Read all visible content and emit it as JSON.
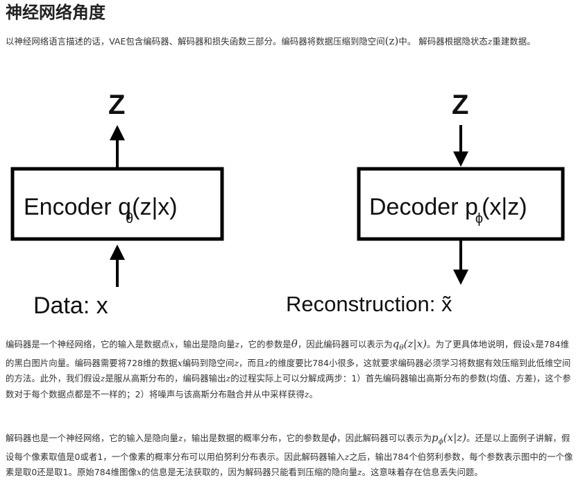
{
  "title": "神经网络角度",
  "intro": {
    "t1": "以神经网络语言描述的话，VAE包含编码器、解码器和损失函数三部分。编码器将数据压缩到隐空间",
    "z_paren": "(z)",
    "t2": "中。 解码器根据隐状态",
    "z": "z",
    "t3": "重建数据。"
  },
  "diagram": {
    "encoder": {
      "output_label": "Z",
      "box_text": "Encoder q",
      "sub": "θ",
      "args": "(z|x)",
      "input_label": "Data: x"
    },
    "decoder": {
      "input_label": "Z",
      "box_text": "Decoder p",
      "sub": "ϕ",
      "args": "(x|z)",
      "output_label": "Reconstruction: x̃"
    }
  },
  "encoder_para": {
    "t1": "编码器是一个神经网络，它的输入是数据点",
    "x": "x",
    "t2": "，输出是隐向量",
    "z": "z",
    "t3": "，它的参数是",
    "theta": "θ",
    "t4": "，因此编码器可以表示为",
    "q": "q",
    "q_sub": "θ",
    "q_args": "(z|x)",
    "t5": "。为了更具体地说明，假设",
    "t6": "是784维的黑白图片向量。编码器需要将728维的数据",
    "t7": "编码到隐空间",
    "t8": "，而且",
    "t9": "的维度要比784小很多，这就要求编码器必须学习将数据有效压缩到此低维空间的方法。此外，我们假设",
    "t10": "是服从高斯分布的，编码器输出",
    "t11": "的过程实际上可以分解成两步：1）首先编码器输出高斯分布的参数(均值、方差)，这个参数对于每个数据点都是不一样的；2）将噪声与该高斯分布融合并从中采样获得",
    "t12": "。"
  },
  "decoder_para": {
    "t1": "解码器也是一个神经网络，它的输入是隐向量",
    "z": "z",
    "x": "x",
    "t2": "，输出是数据的概率分布，它的参数是",
    "phi": "ϕ",
    "t3": "，因此解码器可以表示为",
    "p": "p",
    "p_sub": "ϕ",
    "p_args": "(x|z)",
    "t4": "。还是以上面例子讲解，假设每个像素取值是0或者1，一个像素的概率分布可以用伯努利分布表示。因此解码器输入",
    "t5": "之后，输出784个伯努利参数，每个参数表示图中的一个像素是取0还是取1。原始784维图像",
    "t6": "的信息是无法获取的，因为解码器只能看到压缩的隐向量",
    "t7": "。这意味着存在信息丢失问题。"
  }
}
